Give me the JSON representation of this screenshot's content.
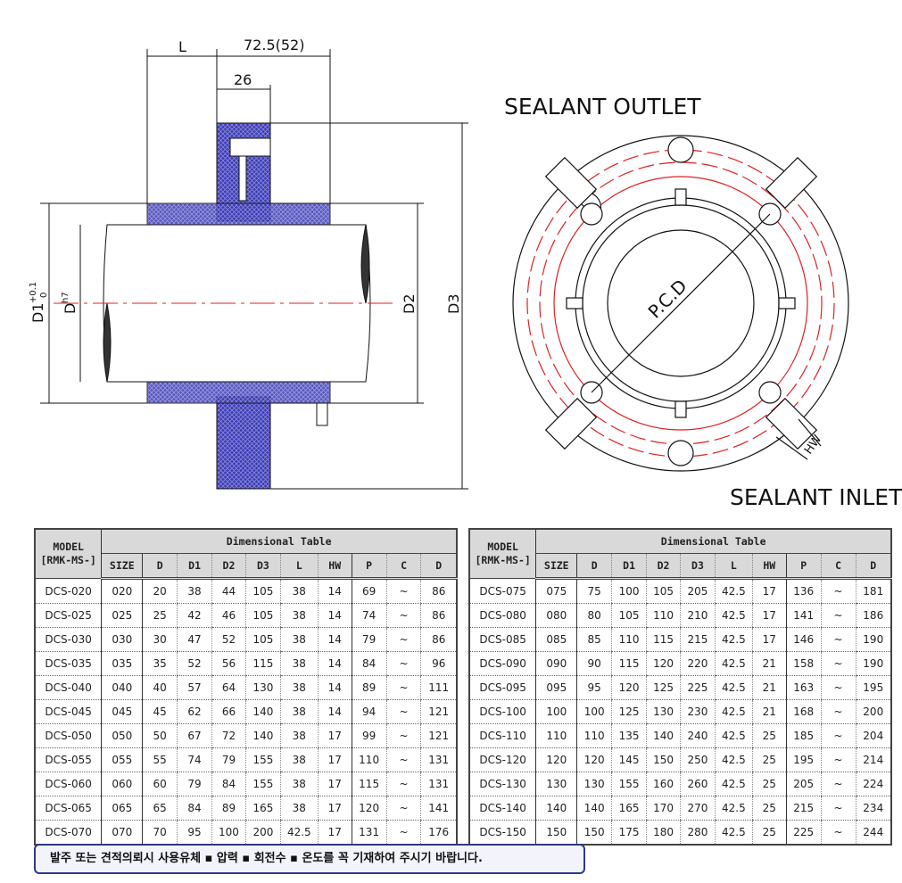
{
  "drawing": {
    "side_view": {
      "dim_L": "L",
      "dim_total": "72.5(52)",
      "dim_26": "26",
      "dim_D1": "D1",
      "dim_D1_tol_upper": "+0.1",
      "dim_D1_tol_lower": "0",
      "dim_D": "D",
      "dim_D_tol": "h7",
      "dim_D2": "D2",
      "dim_D3": "D3"
    },
    "front_view": {
      "outlet_label": "SEALANT OUTLET",
      "inlet_label": "SEALANT INLET",
      "pcd_label": "P.C.D",
      "hw_label": "HW"
    },
    "colors": {
      "gland": "#3a3aa8",
      "centerline": "#e02020",
      "line": "#111111"
    }
  },
  "tables": [
    {
      "model_header": "MODEL",
      "model_sub": "[RMK-MS-]",
      "title": "Dimensional Table",
      "columns": [
        "SIZE",
        "D",
        "D1",
        "D2",
        "D3",
        "L",
        "HW",
        "P",
        "C",
        "D"
      ],
      "rows": [
        [
          "DCS-020",
          "020",
          "20",
          "38",
          "44",
          "105",
          "38",
          "14",
          "69",
          "~",
          "86"
        ],
        [
          "DCS-025",
          "025",
          "25",
          "42",
          "46",
          "105",
          "38",
          "14",
          "74",
          "~",
          "86"
        ],
        [
          "DCS-030",
          "030",
          "30",
          "47",
          "52",
          "105",
          "38",
          "14",
          "79",
          "~",
          "86"
        ],
        [
          "DCS-035",
          "035",
          "35",
          "52",
          "56",
          "115",
          "38",
          "14",
          "84",
          "~",
          "96"
        ],
        [
          "DCS-040",
          "040",
          "40",
          "57",
          "64",
          "130",
          "38",
          "14",
          "89",
          "~",
          "111"
        ],
        [
          "DCS-045",
          "045",
          "45",
          "62",
          "66",
          "140",
          "38",
          "14",
          "94",
          "~",
          "121"
        ],
        [
          "DCS-050",
          "050",
          "50",
          "67",
          "72",
          "140",
          "38",
          "17",
          "99",
          "~",
          "121"
        ],
        [
          "DCS-055",
          "055",
          "55",
          "74",
          "79",
          "155",
          "38",
          "17",
          "110",
          "~",
          "131"
        ],
        [
          "DCS-060",
          "060",
          "60",
          "79",
          "84",
          "155",
          "38",
          "17",
          "115",
          "~",
          "131"
        ],
        [
          "DCS-065",
          "065",
          "65",
          "84",
          "89",
          "165",
          "38",
          "17",
          "120",
          "~",
          "141"
        ],
        [
          "DCS-070",
          "070",
          "70",
          "95",
          "100",
          "200",
          "42.5",
          "17",
          "131",
          "~",
          "176"
        ]
      ]
    },
    {
      "model_header": "MODEL",
      "model_sub": "[RMK-MS-]",
      "title": "Dimensional Table",
      "columns": [
        "SIZE",
        "D",
        "D1",
        "D2",
        "D3",
        "L",
        "HW",
        "P",
        "C",
        "D"
      ],
      "rows": [
        [
          "DCS-075",
          "075",
          "75",
          "100",
          "105",
          "205",
          "42.5",
          "17",
          "136",
          "~",
          "181"
        ],
        [
          "DCS-080",
          "080",
          "80",
          "105",
          "110",
          "210",
          "42.5",
          "17",
          "141",
          "~",
          "186"
        ],
        [
          "DCS-085",
          "085",
          "85",
          "110",
          "115",
          "215",
          "42.5",
          "17",
          "146",
          "~",
          "190"
        ],
        [
          "DCS-090",
          "090",
          "90",
          "115",
          "120",
          "220",
          "42.5",
          "21",
          "158",
          "~",
          "190"
        ],
        [
          "DCS-095",
          "095",
          "95",
          "120",
          "125",
          "225",
          "42.5",
          "21",
          "163",
          "~",
          "195"
        ],
        [
          "DCS-100",
          "100",
          "100",
          "125",
          "130",
          "230",
          "42.5",
          "21",
          "168",
          "~",
          "200"
        ],
        [
          "DCS-110",
          "110",
          "110",
          "135",
          "140",
          "240",
          "42.5",
          "25",
          "185",
          "~",
          "204"
        ],
        [
          "DCS-120",
          "120",
          "120",
          "145",
          "150",
          "250",
          "42.5",
          "25",
          "195",
          "~",
          "214"
        ],
        [
          "DCS-130",
          "130",
          "130",
          "155",
          "160",
          "260",
          "42.5",
          "25",
          "205",
          "~",
          "224"
        ],
        [
          "DCS-140",
          "140",
          "140",
          "165",
          "170",
          "270",
          "42.5",
          "25",
          "215",
          "~",
          "234"
        ],
        [
          "DCS-150",
          "150",
          "150",
          "175",
          "180",
          "280",
          "42.5",
          "25",
          "225",
          "~",
          "244"
        ]
      ]
    }
  ],
  "note": "발주 또는 견적의뢰시 사용유체 ▪ 압력 ▪ 회전수 ▪ 온도를 꼭 기재하여 주시기 바랍니다."
}
